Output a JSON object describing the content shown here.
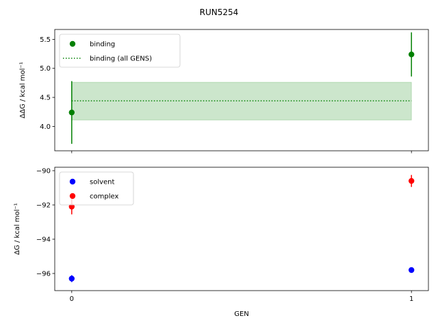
{
  "title": "RUN5254",
  "chart_data": [
    {
      "type": "scatter",
      "ylabel": "ΔΔG / kcal mol⁻¹",
      "xlabel": "",
      "xlim": [
        -0.05,
        1.05
      ],
      "ylim": [
        3.58,
        5.67
      ],
      "yticks": [
        4.0,
        4.5,
        5.0,
        5.5
      ],
      "ytick_labels": [
        "4.0",
        "4.5",
        "5.0",
        "5.5"
      ],
      "x": [
        0,
        1
      ],
      "series": [
        {
          "name": "binding",
          "color": "#008000",
          "values": [
            4.24,
            5.24
          ],
          "errors": [
            0.54,
            0.38
          ]
        }
      ],
      "aggregate": {
        "name": "binding (all GENS)",
        "color": "#008000",
        "value": 4.44,
        "band": [
          4.11,
          4.76
        ],
        "x_range": [
          0,
          1
        ]
      },
      "legend": {
        "placement": "upper-left",
        "entries": [
          "binding",
          "binding (all GENS)"
        ]
      }
    },
    {
      "type": "scatter",
      "ylabel": "ΔG / kcal mol⁻¹",
      "xlabel": "GEN",
      "xlim": [
        -0.05,
        1.05
      ],
      "ylim": [
        -97.0,
        -89.8
      ],
      "yticks": [
        -96,
        -94,
        -92,
        -90
      ],
      "ytick_labels": [
        "−96",
        "−94",
        "−92",
        "−90"
      ],
      "x": [
        0,
        1
      ],
      "xtick_labels": [
        "0",
        "1"
      ],
      "series": [
        {
          "name": "solvent",
          "color": "#0000ff",
          "values": [
            -96.3,
            -95.8
          ],
          "errors": [
            0.2,
            0.15
          ]
        },
        {
          "name": "complex",
          "color": "#ff0000",
          "values": [
            -92.1,
            -90.6
          ],
          "errors": [
            0.45,
            0.35
          ]
        }
      ],
      "legend": {
        "placement": "upper-left",
        "entries": [
          "solvent",
          "complex"
        ]
      }
    }
  ]
}
